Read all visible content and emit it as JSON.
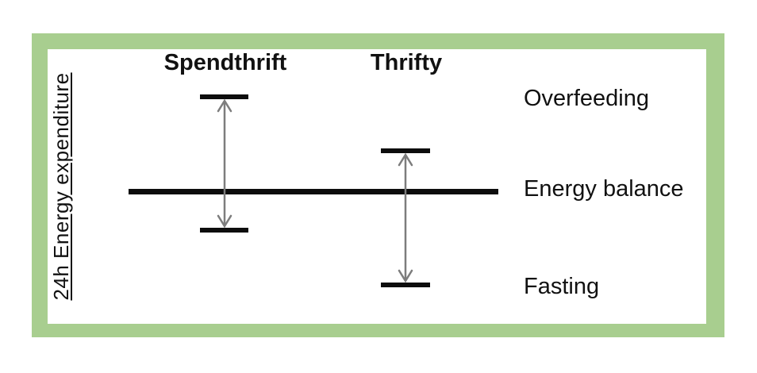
{
  "figure": {
    "y_axis_label": "24h Energy expenditure",
    "columns": [
      {
        "id": "spendthrift",
        "label": "Spendthrift"
      },
      {
        "id": "thrifty",
        "label": "Thrifty"
      }
    ],
    "right_labels": {
      "overfeeding": "Overfeeding",
      "energy_balance": "Energy balance",
      "fasting": "Fasting"
    },
    "colors": {
      "frame_green": "#a8ce8f",
      "ink_black": "#0d0d0d",
      "arrow_gray": "#7d7d7d",
      "background": "#ffffff"
    }
  },
  "chart_data": {
    "type": "diagram",
    "title": "",
    "ylabel": "24h Energy expenditure",
    "categories": [
      "Spendthrift",
      "Thrifty"
    ],
    "reference_line": "Energy balance",
    "conditions": [
      "Overfeeding",
      "Fasting"
    ],
    "series": [
      {
        "name": "Spendthrift",
        "overfeeding_deviation": "large increase above energy balance",
        "fasting_deviation": "small decrease below energy balance"
      },
      {
        "name": "Thrifty",
        "overfeeding_deviation": "small increase above energy balance",
        "fasting_deviation": "large decrease below energy balance"
      }
    ],
    "legend_position": "right",
    "grid": false
  }
}
